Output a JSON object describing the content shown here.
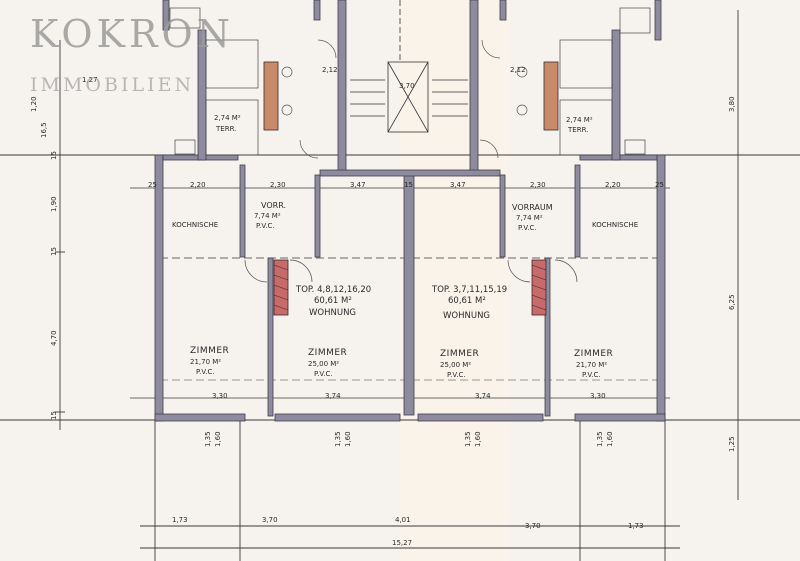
{
  "logo": {
    "name": "KOKRON",
    "subtitle": "IMMOBILIEN"
  },
  "rooms": {
    "left_vorraum": [
      "VORR.",
      "7,74 M²",
      "P.V.C."
    ],
    "right_vorraum": [
      "VORRAUM",
      "7,74 M²",
      "P.V.C."
    ],
    "left_kochnische": "KOCHNISCHE",
    "right_kochnische": "KOCHNISCHE",
    "left_unit": [
      "TOP. 4,8,12,16,20",
      "60,61 M²",
      "WOHNUNG"
    ],
    "right_unit": [
      "TOP. 3,7,11,15,19",
      "60,61 M²",
      "WOHNUNG"
    ],
    "zimmer_1": [
      "ZIMMER",
      "21,70 M²",
      "P.V.C."
    ],
    "zimmer_2": [
      "ZIMMER",
      "25,00 M²",
      "P.V.C."
    ],
    "zimmer_3": [
      "ZIMMER",
      "25,00 M²",
      "P.V.C."
    ],
    "zimmer_4": [
      "ZIMMER",
      "21,70 M²",
      "P.V.C."
    ],
    "terr": [
      "2,74 M²",
      "TERR."
    ]
  },
  "dimensions": {
    "top_row": [
      "25",
      "2,20",
      "2,30",
      "3,47",
      "15",
      "3,47",
      "2,30",
      "2,20",
      "25"
    ],
    "bottom_row": [
      "3,30",
      "3,74",
      "3,74",
      "3,30"
    ],
    "bottom_chain": [
      "1,73",
      "3,70",
      "4,01",
      "3,70",
      "1,73"
    ],
    "bottom_total": "15,27",
    "left_side": [
      "1,20",
      "16,5",
      "15",
      "1,90",
      "15",
      "4,70",
      "15"
    ],
    "right_side": [
      "3,80",
      "6,25",
      "1,25"
    ],
    "openings": [
      "1,35",
      "1,60",
      "1,35",
      "1,60",
      "1,35",
      "1,60",
      "1,35",
      "1,60"
    ],
    "stair": [
      "3,70",
      "1,27",
      "2,12",
      "2,12"
    ]
  }
}
